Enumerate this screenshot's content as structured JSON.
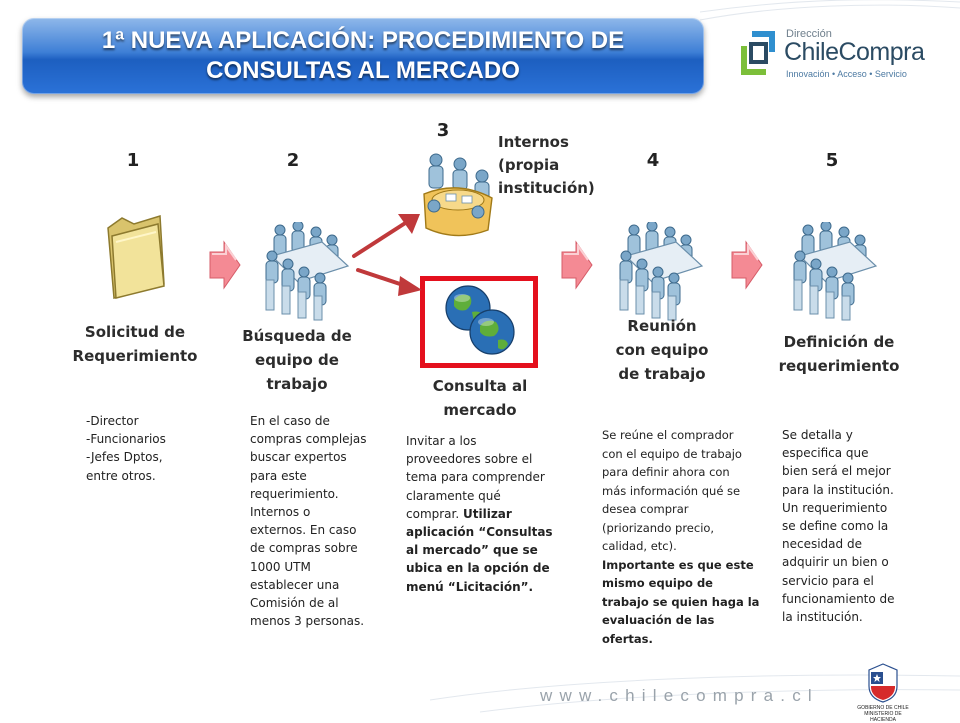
{
  "header": {
    "title_line1": "1ª NUEVA APLICACIÓN: PROCEDIMIENTO DE",
    "title_line2": "CONSULTAS AL MERCADO"
  },
  "logo": {
    "small": "Dirección",
    "name": "ChileCompra",
    "tagline": "Innovación • Acceso • Servicio"
  },
  "colors": {
    "banner": "#2b72d8",
    "highlight_border": "#e4101d",
    "chevron": "#f48a94",
    "arrow": "#c0393b"
  },
  "steps": [
    {
      "number": "1",
      "icon": "folder-icon",
      "label_lines": [
        "Solicitud de",
        "Requerimiento"
      ],
      "desc_lines": [
        "-Director",
        "-Funcionarios",
        "-Jefes Dptos,",
        "entre otros."
      ]
    },
    {
      "number": "2",
      "icon": "team-meeting-icon",
      "label_lines": [
        "Búsqueda de",
        "equipo de",
        "trabajo"
      ],
      "desc_lines": [
        "En el caso de",
        "compras complejas",
        "buscar expertos",
        "para este",
        "requerimiento.",
        "Internos o",
        "externos. En caso",
        "de compras sobre",
        "1000 UTM",
        "establecer una",
        "Comisión de al",
        "menos 3 personas."
      ]
    },
    {
      "number": "3",
      "icon": "internal-meeting-icon",
      "aside_lines": [
        "Internos",
        "(propia",
        "institución)"
      ],
      "label_lines": [
        "Consulta al",
        "mercado"
      ],
      "desc": {
        "plain_lines": [
          "Invitar a los",
          "proveedores sobre el",
          "tema para comprender",
          "claramente qué"
        ],
        "mixed_plain": "comprar. ",
        "mixed_bold": "Utilizar",
        "bold_lines": [
          "aplicación “Consultas",
          "al mercado” que se",
          "ubica en la opción de",
          "menú “Licitación”."
        ]
      }
    },
    {
      "number": "4",
      "icon": "team-meeting-icon",
      "label_lines": [
        "Reunión",
        "con equipo",
        "de trabajo"
      ],
      "desc": {
        "plain_lines": [
          "Se reúne el comprador",
          "con el equipo de trabajo",
          "para definir ahora con",
          "más información qué se",
          "desea comprar",
          "(priorizando precio,",
          "calidad, etc)."
        ],
        "bold_lines": [
          "Importante es que este",
          "mismo equipo de",
          "trabajo se quien haga la",
          "evaluación de las",
          "ofertas."
        ]
      }
    },
    {
      "number": "5",
      "icon": "team-meeting-icon",
      "label_lines": [
        "Definición de",
        "requerimiento"
      ],
      "desc_lines": [
        "Se detalla y",
        "especifica que",
        "bien será el mejor",
        "para la institución.",
        "Un requerimiento",
        "se define como la",
        "necesidad de",
        "adquirir un bien o",
        "servicio para el",
        "funcionamiento de",
        "la institución."
      ]
    }
  ],
  "footer": {
    "url": "www.chilecompra.cl",
    "seal_line1": "GOBIERNO DE CHILE",
    "seal_line2": "MINISTERIO DE HACIENDA"
  }
}
